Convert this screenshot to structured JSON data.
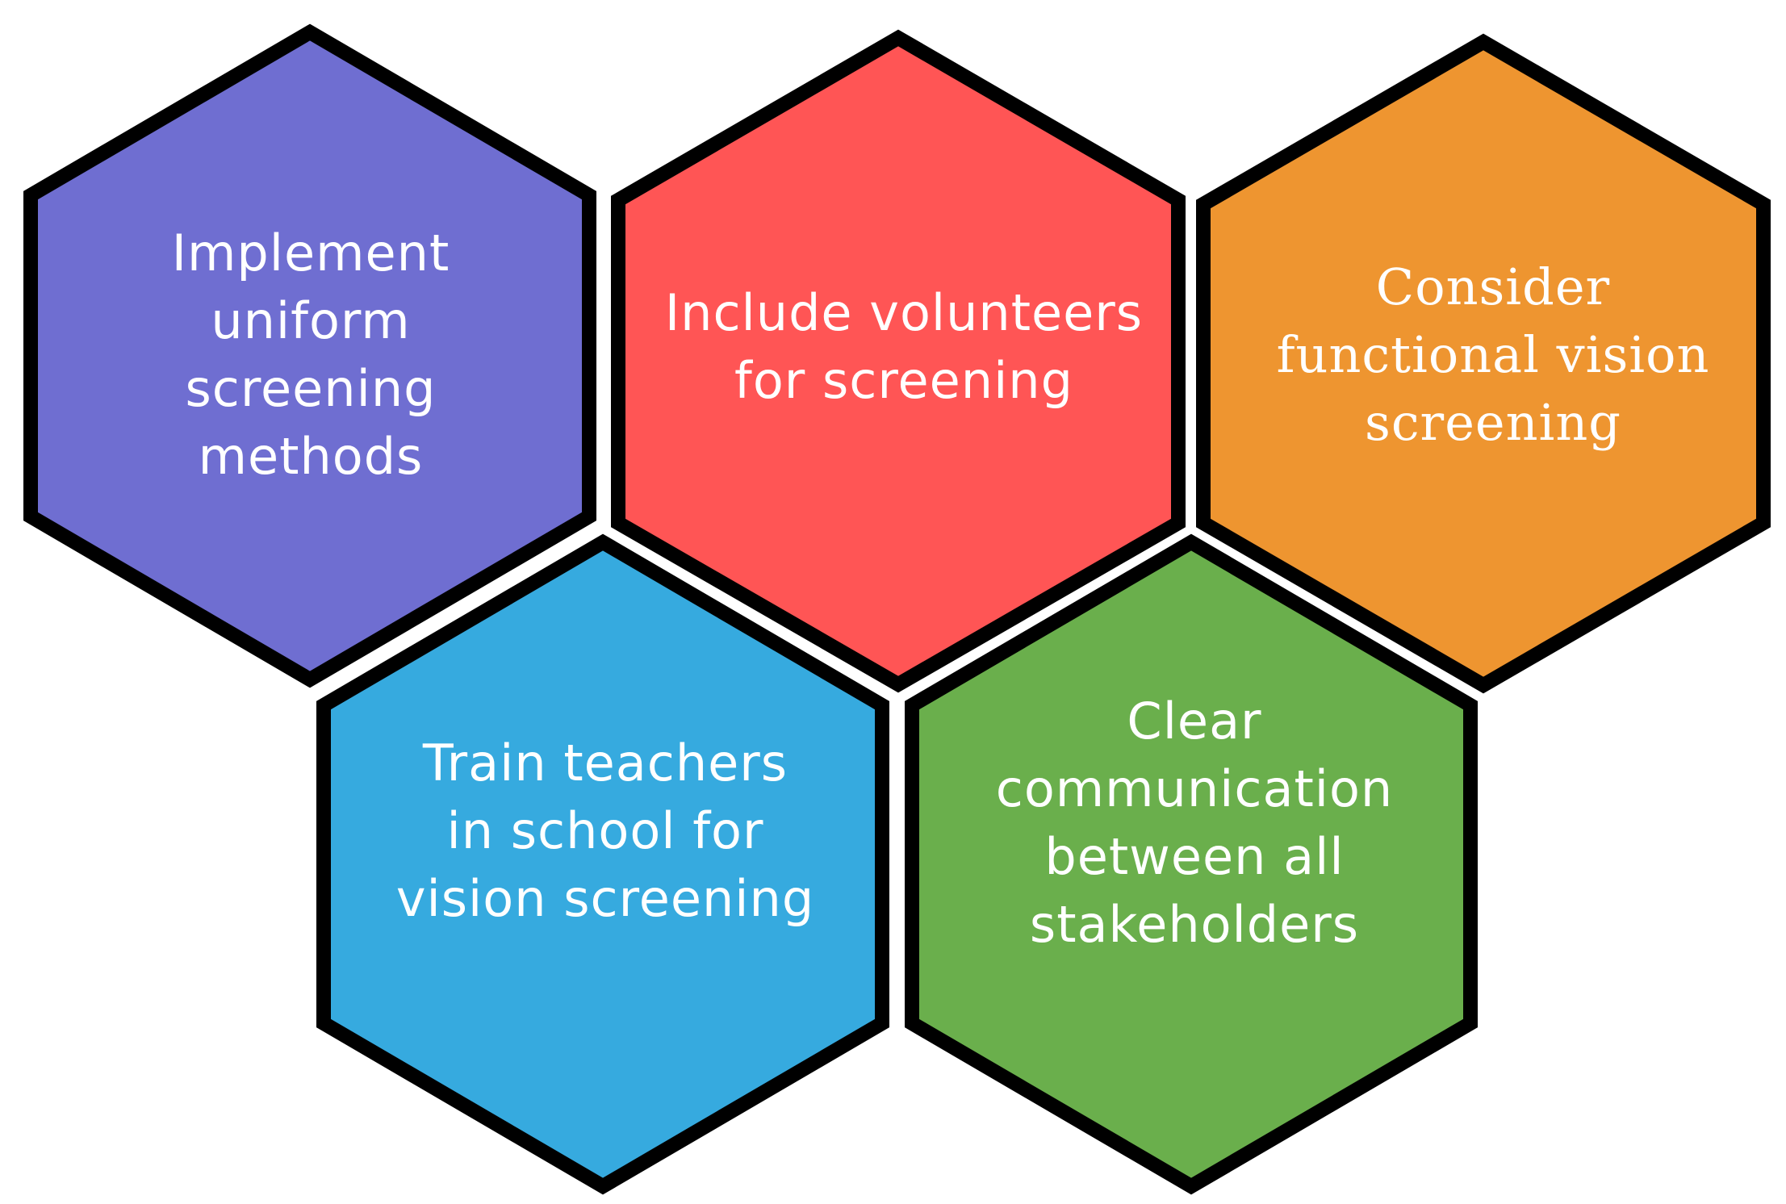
{
  "items": [
    {
      "label": "Implement\nuniform\nscreening\nmethods",
      "color": "#6f6ed1"
    },
    {
      "label": "Include volunteers\nfor screening",
      "color": "#ff5555"
    },
    {
      "label": "Consider\nfunctional vision\nscreening",
      "color": "#ee9530"
    },
    {
      "label": "Train teachers\nin school for\nvision screening",
      "color": "#36aadf"
    },
    {
      "label": "Clear\ncommunication\nbetween all\nstakeholders",
      "color": "#6aaf4c"
    }
  ]
}
